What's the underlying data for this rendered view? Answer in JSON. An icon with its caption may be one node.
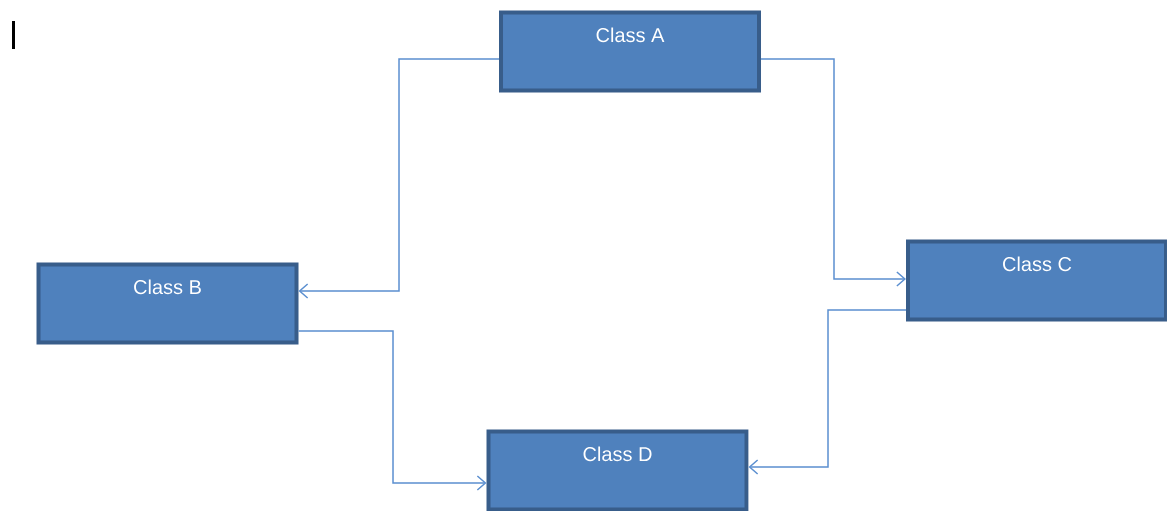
{
  "diagram": {
    "nodes": [
      {
        "text": [
          "Class A"
        ]
      },
      {
        "text": [
          "Class B"
        ]
      },
      {
        "text": [
          "Class C"
        ]
      },
      {
        "text": [
          "Class D"
        ]
      }
    ],
    "edges": [
      {
        "from": 0,
        "to": 1,
        "arrow": "to"
      },
      {
        "from": 0,
        "to": 2,
        "arrow": "to"
      },
      {
        "from": 1,
        "to": 3,
        "arrow": "to"
      },
      {
        "from": 2,
        "to": 3,
        "arrow": "to"
      }
    ]
  }
}
